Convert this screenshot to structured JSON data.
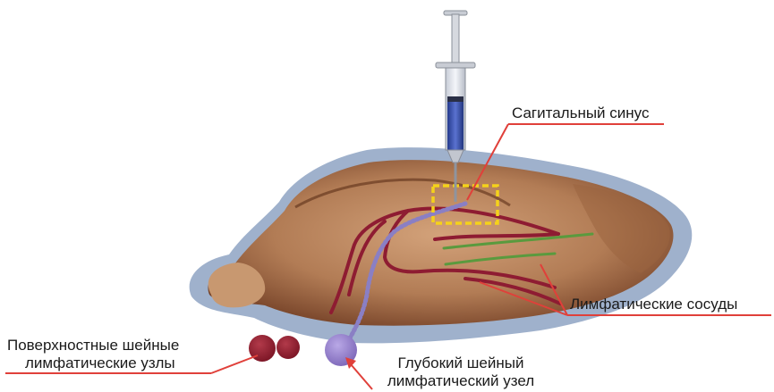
{
  "labels": {
    "sagittal_sinus": "Сагитальный синус",
    "lymphatic_vessels": "Лимфатические сосуды",
    "superficial_nodes_line1": "Поверхностные шейные",
    "superficial_nodes_line2": "лимфатические узлы",
    "deep_node_line1": "Глубокий шейный",
    "deep_node_line2": "лимфатический узел"
  },
  "colors": {
    "skull_outline": "#9fb1cc",
    "brain_tissue": "#b27c55",
    "brain_dark": "#6b3820",
    "lymph_vessel": "#8e1c32",
    "green_vessel": "#5a9a3e",
    "injection_dots": "#8a7fc4",
    "deep_node": "#8e78c6",
    "superficial_node": "#8a1c2a",
    "highlight_box": "#f5d21a",
    "label_rule": "#e0403a",
    "syringe_fluid": "#3a52a8"
  },
  "icons": [
    "syringe-icon"
  ]
}
